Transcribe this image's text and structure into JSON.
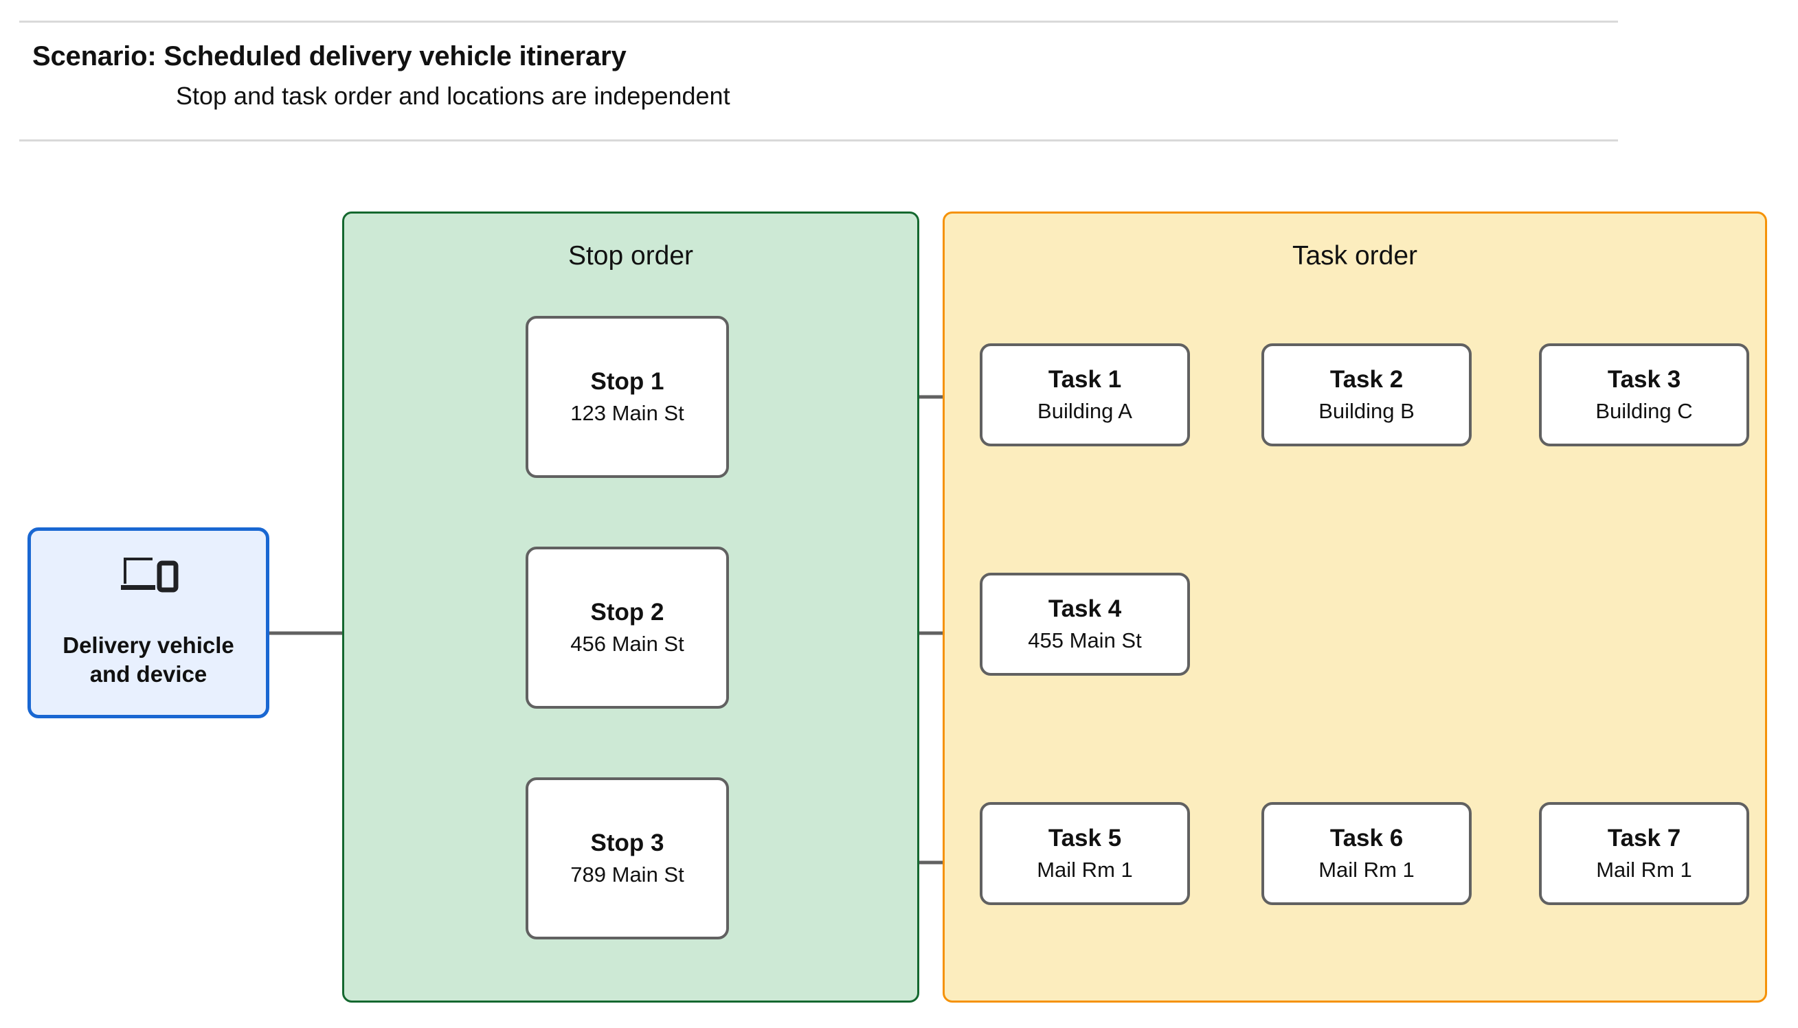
{
  "header": {
    "title": "Scenario: Scheduled delivery vehicle itinerary",
    "subtitle": "Stop and task order and locations are independent"
  },
  "vehicle": {
    "icon": "devices-icon",
    "label": "Delivery vehicle\nand device"
  },
  "stop_panel": {
    "title": "Stop order",
    "fill_color": "#cde9d5",
    "border_color": "#14682f",
    "stops": [
      {
        "title": "Stop 1",
        "sub": "123 Main St"
      },
      {
        "title": "Stop 2",
        "sub": "456 Main St"
      },
      {
        "title": "Stop 3",
        "sub": "789 Main St"
      }
    ]
  },
  "task_panel": {
    "title": "Task order",
    "fill_color": "#fcedbe",
    "border_color": "#f59208",
    "rows": [
      {
        "tasks": [
          {
            "title": "Task 1",
            "sub": "Building A"
          },
          {
            "title": "Task 2",
            "sub": "Building B"
          },
          {
            "title": "Task 3",
            "sub": "Building C"
          }
        ]
      },
      {
        "tasks": [
          {
            "title": "Task 4",
            "sub": "455 Main St"
          }
        ]
      },
      {
        "tasks": [
          {
            "title": "Task 5",
            "sub": "Mail Rm 1"
          },
          {
            "title": "Task 6",
            "sub": "Mail Rm 1"
          },
          {
            "title": "Task 7",
            "sub": "Mail Rm 1"
          }
        ]
      }
    ]
  },
  "colors": {
    "connector": "#616161",
    "node_border": "#616161",
    "vehicle_fill": "#e8f0fe",
    "vehicle_border": "#1967d2",
    "rule": "#d9d9d9"
  }
}
